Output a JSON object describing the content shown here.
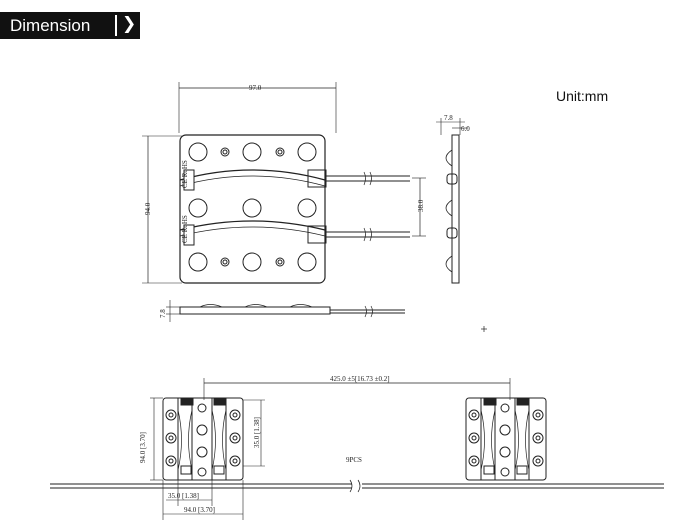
{
  "header": {
    "title": "Dimension",
    "chevron": "❯"
  },
  "unit": "Unit:mm",
  "top_view": {
    "width": "97.0",
    "height": "94.0",
    "pitch": "38.0",
    "thickness": "7.8",
    "side_overall": "7.8",
    "side_board": "6.0",
    "label_1": "CE RoHS",
    "label_2": "CE RoHS"
  },
  "string_view": {
    "spacing": "425.0 ±5[16.73 ±0.2]",
    "height": "94.0 [3.70]",
    "pitch": "35.0 [1.38]",
    "inner_pitch": "35.0 [1.38]",
    "width": "94.0 [3.70]",
    "count": "9PCS"
  }
}
